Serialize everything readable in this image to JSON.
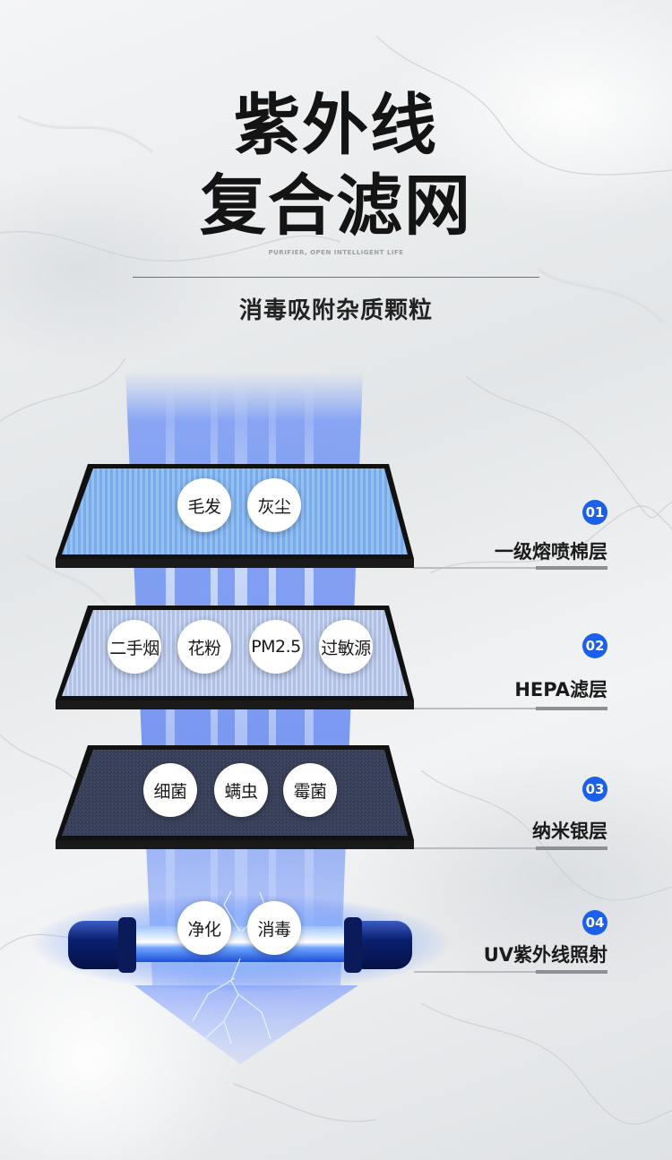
{
  "header": {
    "title_line1": "紫外线",
    "title_line2": "复合滤网",
    "tagline": "PURIFIER, OPEN INTELLIGENT LIFE",
    "subtitle": "消毒吸附杂质颗粒"
  },
  "layers": [
    {
      "number": "01",
      "label": "一级熔喷棉层",
      "tags": [
        "毛发",
        "灰尘"
      ]
    },
    {
      "number": "02",
      "label": "HEPA滤层",
      "tags": [
        "二手烟",
        "花粉",
        "PM2.5",
        "过敏源"
      ]
    },
    {
      "number": "03",
      "label": "纳米银层",
      "tags": [
        "细菌",
        "螨虫",
        "霉菌"
      ]
    },
    {
      "number": "04",
      "label": "UV紫外线照射",
      "tags": [
        "净化",
        "消毒"
      ]
    }
  ],
  "colors": {
    "accent_blue": "#1c5fe8",
    "beam_blue": "#2a63ff",
    "title_text": "#141414"
  }
}
